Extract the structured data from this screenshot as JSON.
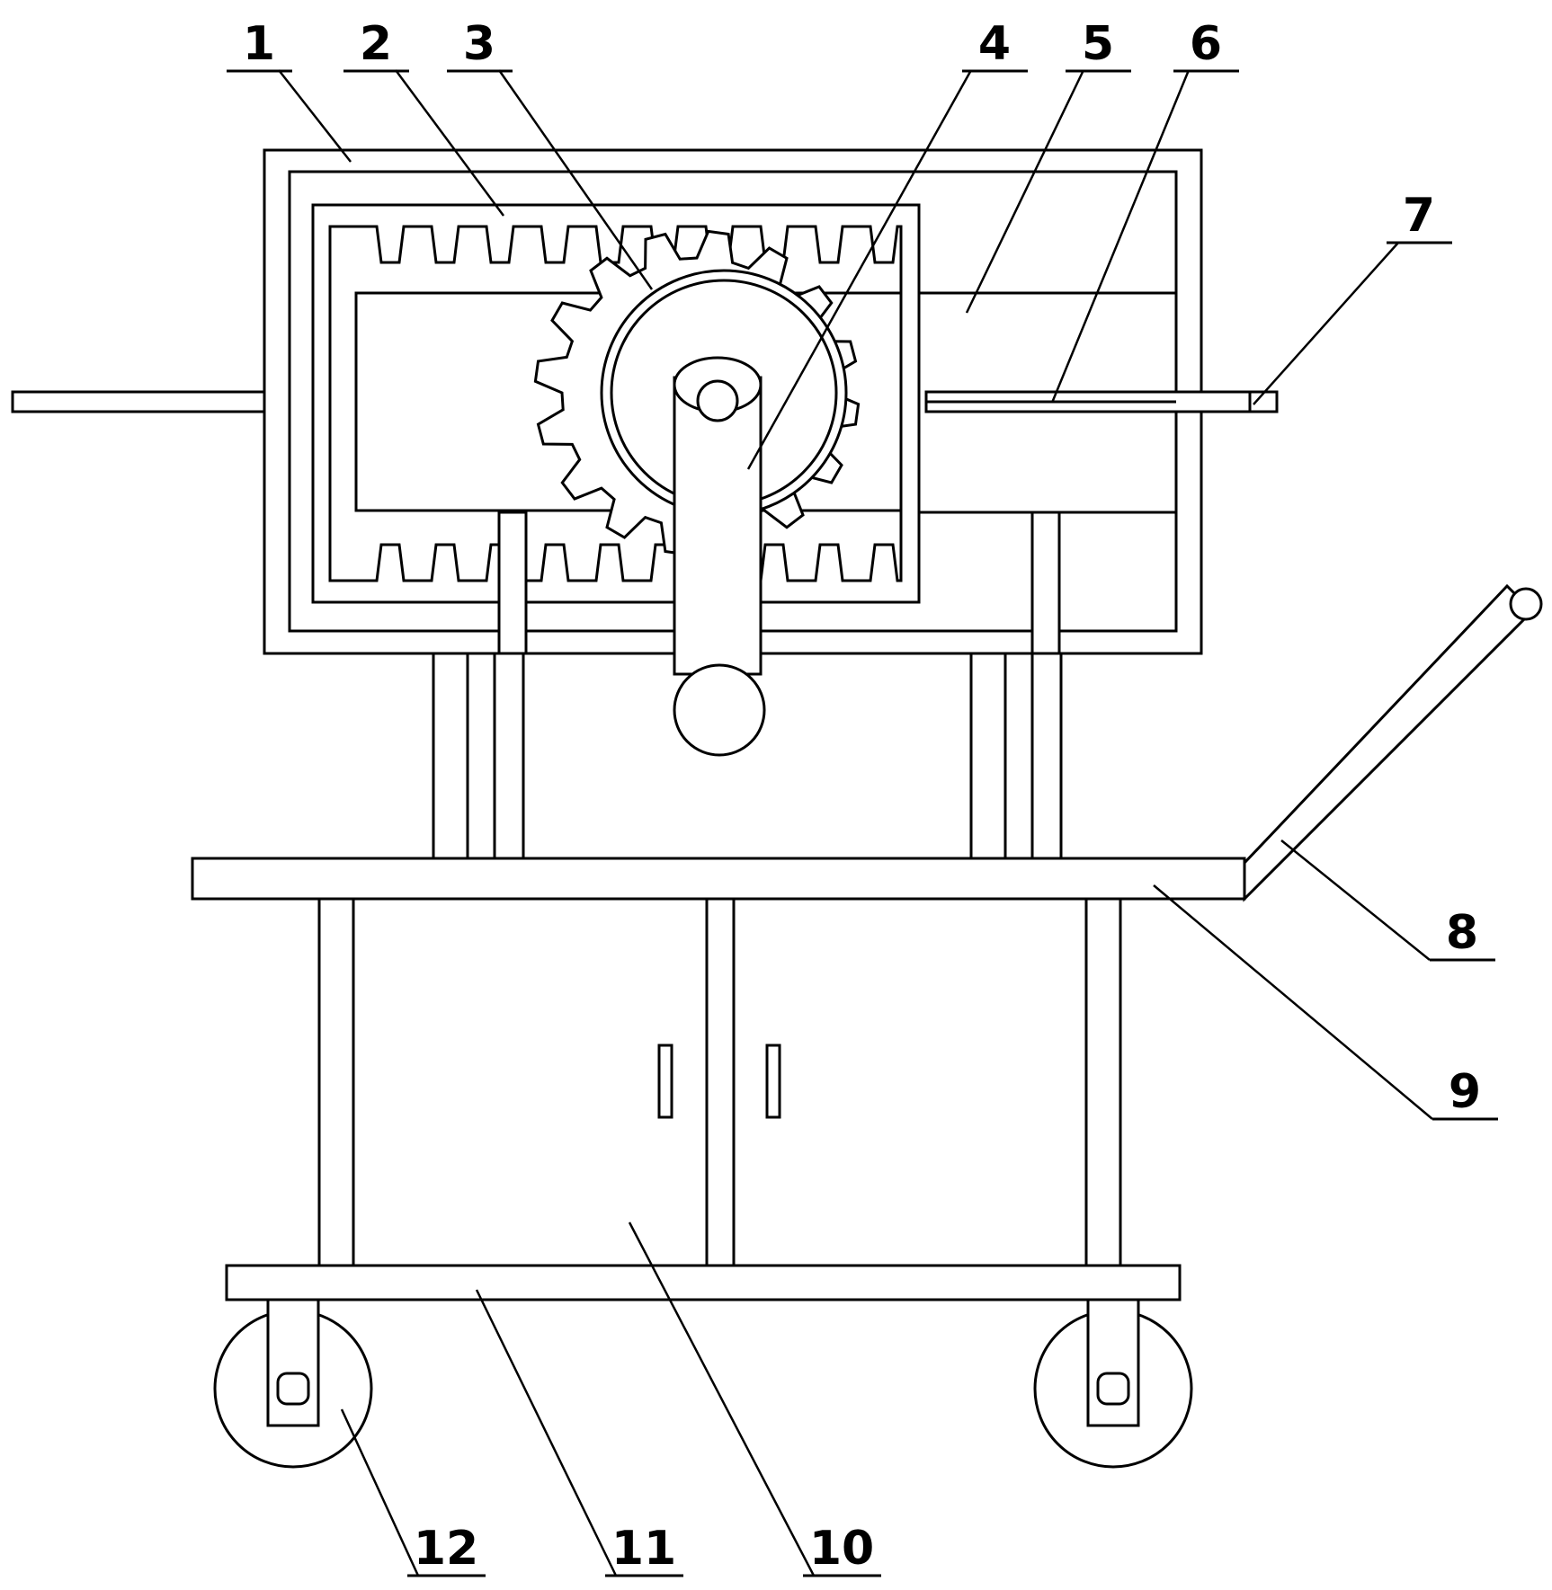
{
  "labels": [
    {
      "id": "1",
      "text": "1"
    },
    {
      "id": "2",
      "text": "2"
    },
    {
      "id": "3",
      "text": "3"
    },
    {
      "id": "4",
      "text": "4"
    },
    {
      "id": "5",
      "text": "5"
    },
    {
      "id": "6",
      "text": "6"
    },
    {
      "id": "7",
      "text": "7"
    },
    {
      "id": "8",
      "text": "8"
    },
    {
      "id": "9",
      "text": "9"
    },
    {
      "id": "10",
      "text": "10"
    },
    {
      "id": "11",
      "text": "11"
    },
    {
      "id": "12",
      "text": "12"
    }
  ],
  "colors": {
    "line": "#000000",
    "background": "#ffffff"
  }
}
